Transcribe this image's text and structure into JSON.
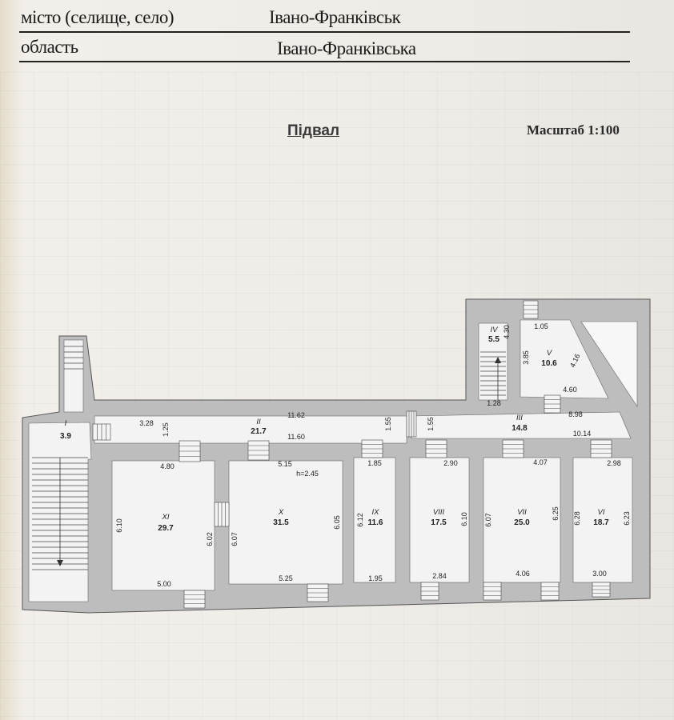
{
  "header": {
    "city_label": "місто (селище, село)",
    "city_value": "Івано-Франківськ",
    "region_label": "область",
    "region_value": "Івано-Франківська"
  },
  "plan": {
    "title": "Підвал",
    "scale": "Масштаб 1:100",
    "height_note": "h=2.45",
    "rooms": [
      {
        "num": "I",
        "area": "3.9"
      },
      {
        "num": "II",
        "area": "21.7"
      },
      {
        "num": "III",
        "area": "14.8"
      },
      {
        "num": "IV",
        "area": "5.5"
      },
      {
        "num": "V",
        "area": "10.6"
      },
      {
        "num": "VI",
        "area": "18.7"
      },
      {
        "num": "VII",
        "area": "25.0"
      },
      {
        "num": "VIII",
        "area": "17.5"
      },
      {
        "num": "IX",
        "area": "11.6"
      },
      {
        "num": "X",
        "area": "31.5"
      },
      {
        "num": "XI",
        "area": "29.7"
      }
    ],
    "dims": {
      "c_328": "3.28",
      "c_125": "1.25",
      "c_1162": "11.62",
      "c_1160": "11.60",
      "c_155a": "1.55",
      "c_155b": "1.55",
      "c_898": "8.98",
      "c_1014": "10.14",
      "s_105": "1.05",
      "s_430": "4.30",
      "s_385": "3.85",
      "s_416": "4.16",
      "s_460": "4.60",
      "s_128": "1.28",
      "xi_top": "4.80",
      "xi_left": "6.10",
      "xi_right": "6.02",
      "xi_bot": "5.00",
      "x_top": "5.15",
      "x_left": "6.07",
      "x_right": "6.05",
      "x_bot": "5.25",
      "ix_top": "1.85",
      "ix_left": "6.12",
      "ix_bot": "1.95",
      "viii_top": "2.90",
      "viii_right": "6.10",
      "viii_bot": "2.84",
      "vii_top": "4.07",
      "vii_left": "6.07",
      "vii_right": "6.25",
      "vii_bot": "4.06",
      "vi_top": "2.98",
      "vi_left": "6.28",
      "vi_right": "6.23",
      "vi_bot": "3.00"
    }
  },
  "colors": {
    "wall": "#bdbdbd",
    "room": "#f2f2f2",
    "ink": "#222222"
  }
}
